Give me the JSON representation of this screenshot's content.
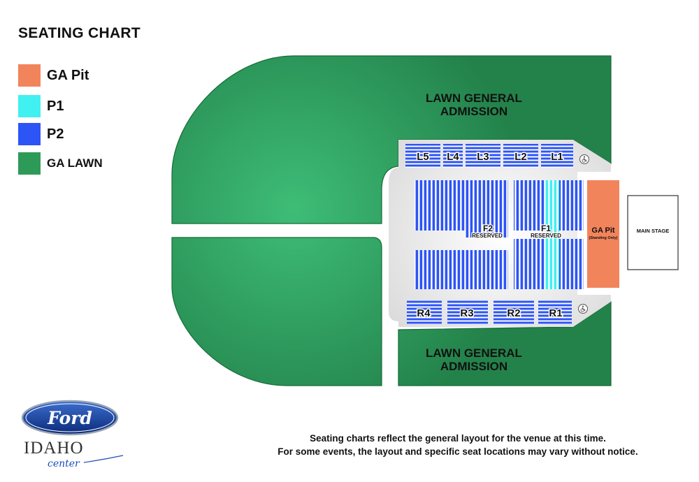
{
  "title": "SEATING CHART",
  "legend": [
    {
      "label": "GA Pit",
      "color": "#f2845c"
    },
    {
      "label": "P1",
      "color": "#41f0f0"
    },
    {
      "label": "P2",
      "color": "#2d54f5"
    },
    {
      "label": "GA LAWN",
      "color": "#2e9a58"
    }
  ],
  "lawn": {
    "top_line1": "LAWN GENERAL",
    "top_line2": "ADMISSION",
    "bottom_line1": "LAWN GENERAL",
    "bottom_line2": "ADMISSION"
  },
  "sections_top": [
    "L5",
    "L4",
    "L3",
    "L2",
    "L1"
  ],
  "sections_bottom": [
    "R4",
    "R3",
    "R2",
    "R1"
  ],
  "floor": [
    {
      "name": "F2",
      "sub": "RESERVED"
    },
    {
      "name": "F1",
      "sub": "RESERVED"
    }
  ],
  "pit": {
    "label": "GA Pit",
    "sub": "(Standing Only)"
  },
  "stage": {
    "label": "MAIN STAGE"
  },
  "accessibility_icon": "wheelchair-icon",
  "note": {
    "line1": "Seating charts reflect the general layout for the venue at this time.",
    "line2": "For some events, the layout and specific seat locations may vary without notice."
  },
  "logo": {
    "brand": "Ford",
    "name": "IDAHO",
    "sub": "center"
  },
  "colors": {
    "lawn": "#2e9a58",
    "seat_blue": "#2d54f5",
    "seat_cyan": "#41f0f0",
    "pit": "#f2845c",
    "bowl": "#e6e6e6"
  }
}
